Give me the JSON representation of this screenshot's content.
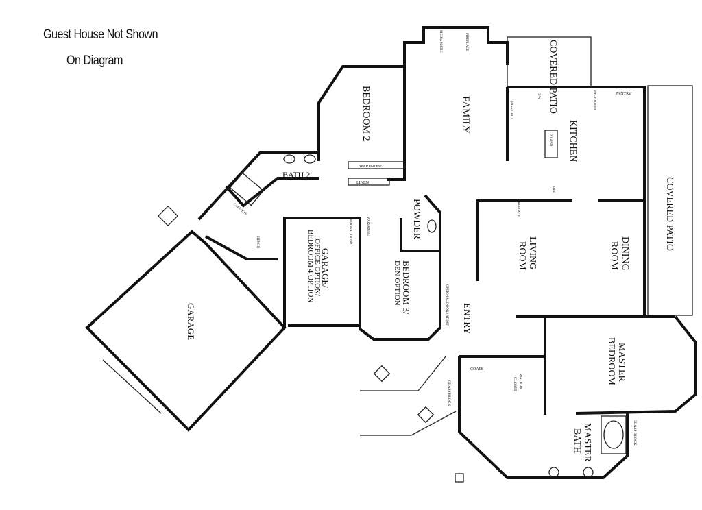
{
  "note": {
    "line1": "Guest House Not Shown",
    "line2": "On Diagram"
  },
  "rooms": {
    "bedroom2": "BEDROOM 2",
    "family": "FAMILY",
    "media_niche": "MEDIA NICHE",
    "fireplace_family": "FIREPLACE",
    "covered_patio_top": "COVERED PATIO",
    "dw": "D/W",
    "micro_oven": "MICRO OVEN",
    "pantry": "PANTRY",
    "passthru": "PASSTHRU",
    "island": "ISLAND",
    "kitchen": "KITCHEN",
    "covered_patio_right": "COVERED PATIO",
    "wardrobe_bed2": "WARDROBE",
    "linen": "LINEN",
    "bath2": "BATH 2",
    "cabinets": "CABINETS",
    "bench": "BENCH",
    "garage": "GARAGE",
    "garage_office_1": "GARAGE/",
    "garage_office_2": "OFFICE OPTION/",
    "garage_office_3": "BEDROOM 4 OPTION",
    "optional_door": "OPTIONAL DOOR",
    "wardrobe_bed3": "WARDROBE",
    "powder": "POWDER",
    "bedroom3_1": "BEDROOM 3/",
    "bedroom3_2": "DEN OPTION",
    "optional_doors": "OPTIONAL DOORS AT DEN",
    "entry": "ENTRY",
    "living_1": "LIVING",
    "living_2": "ROOM",
    "fireplace_living": "FIREPLACE",
    "ref": "REF.",
    "dining_1": "DINING",
    "dining_2": "ROOM",
    "master_bed_1": "MASTER",
    "master_bed_2": "BEDROOM",
    "coats": "COATS",
    "walk_in_1": "WALK-IN",
    "walk_in_2": "CLOSET",
    "glass_block_left": "GLASS BLOCK",
    "glass_block_right": "GLASS BLOCK",
    "master_bath_1": "MASTER",
    "master_bath_2": "BATH"
  }
}
